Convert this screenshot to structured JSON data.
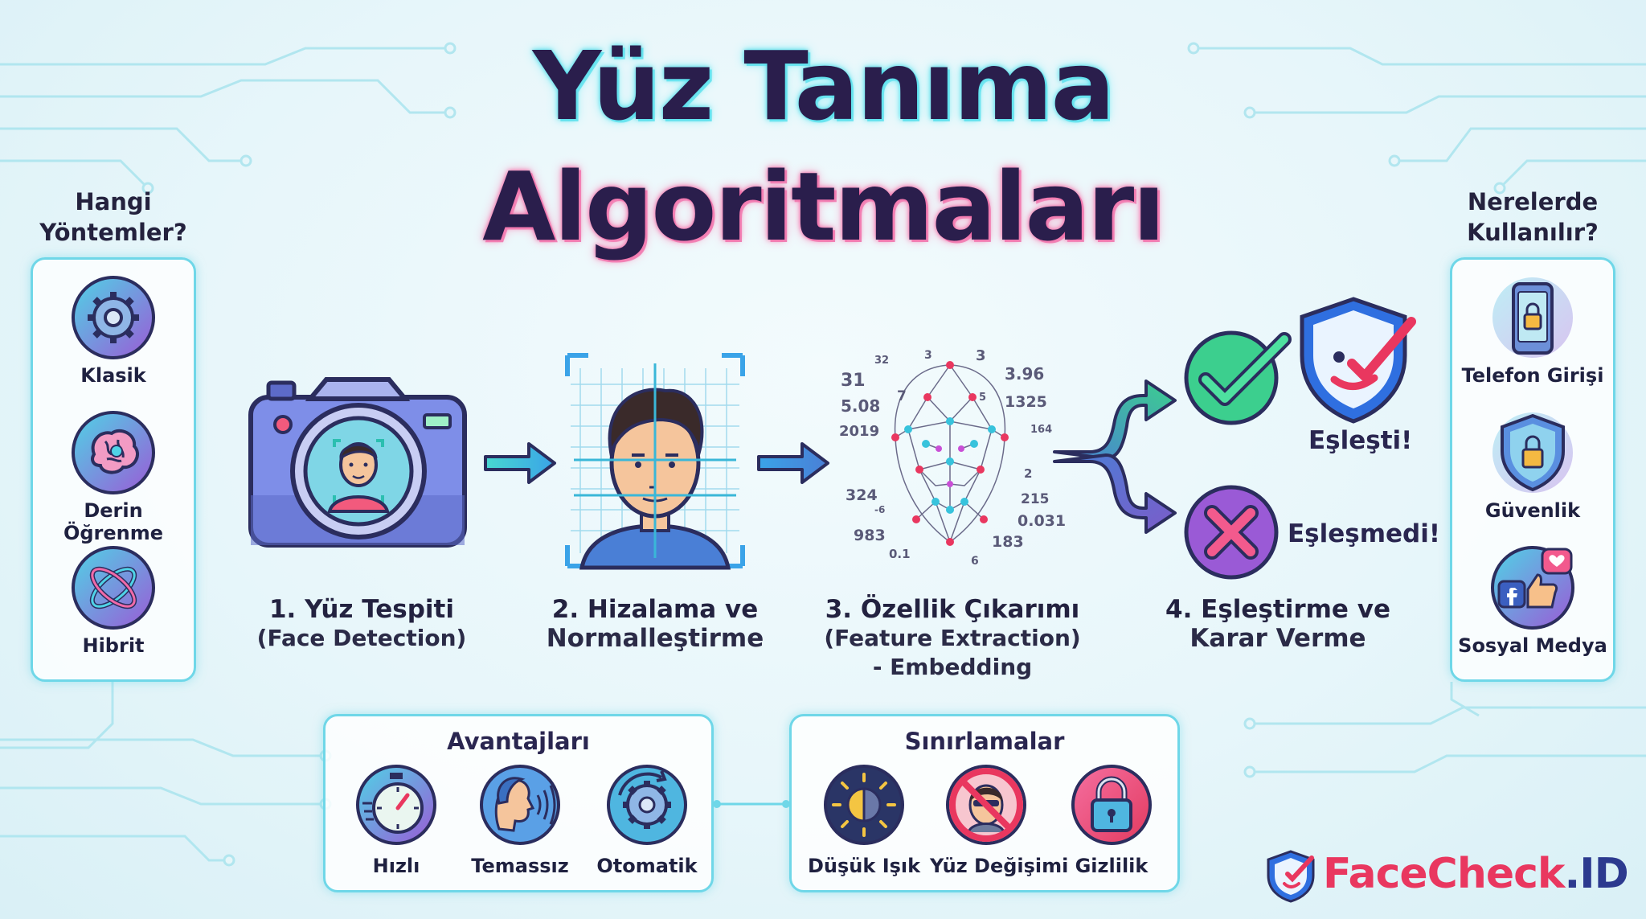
{
  "title": {
    "line1": "Yüz Tanıma",
    "line2": "Algoritmaları"
  },
  "left_panel": {
    "heading_line1": "Hangi",
    "heading_line2": "Yöntemler?",
    "items": [
      {
        "label": "Klasik",
        "icon": "gear-icon"
      },
      {
        "label": "Derin Öğrenme",
        "icon": "brain-icon"
      },
      {
        "label": "Hibrit",
        "icon": "hybrid-orbit-icon"
      }
    ]
  },
  "right_panel": {
    "heading_line1": "Nerelerde",
    "heading_line2": "Kullanılır?",
    "items": [
      {
        "label": "Telefon Girişi",
        "icon": "phone-lock-icon"
      },
      {
        "label": "Güvenlik",
        "icon": "shield-lock-icon"
      },
      {
        "label": "Sosyal Medya",
        "icon": "social-like-icon"
      }
    ]
  },
  "steps": [
    {
      "line1": "1. Yüz Tespiti",
      "line2": "(Face Detection)",
      "line3": ""
    },
    {
      "line1": "2. Hizalama ve",
      "line2": "Normalleştirme",
      "line3": ""
    },
    {
      "line1": "3. Özellik Çıkarımı",
      "line2": "(Feature Extraction)",
      "line3": "- Embedding"
    },
    {
      "line1": "4. Eşleştirme ve",
      "line2": "Karar Verme",
      "line3": ""
    }
  ],
  "feature_numbers": [
    "31",
    "32",
    "3",
    "3",
    "3.96",
    "5.08",
    "7",
    "5",
    "1325",
    "2019",
    "164",
    "2",
    "324",
    "215",
    "-6",
    "0.031",
    "983",
    "183",
    "0.1",
    "6"
  ],
  "results": {
    "match": "Eşleşti!",
    "no_match": "Eşleşmedi!"
  },
  "advantages": {
    "title": "Avantajları",
    "items": [
      {
        "label": "Hızlı",
        "icon": "stopwatch-icon"
      },
      {
        "label": "Temassız",
        "icon": "contactless-face-icon"
      },
      {
        "label": "Otomatik",
        "icon": "auto-gear-icon"
      }
    ]
  },
  "limitations": {
    "title": "Sınırlamalar",
    "items": [
      {
        "label": "Düşük Işık",
        "icon": "low-light-icon"
      },
      {
        "label": "Yüz Değişimi",
        "icon": "face-change-icon"
      },
      {
        "label": "Gizlilik",
        "icon": "privacy-lock-icon"
      }
    ]
  },
  "brand": {
    "name": "FaceCheck",
    "suffix": ".ID"
  },
  "colors": {
    "cyan": "#6fd7e8",
    "navy": "#2a1e4c",
    "pink": "#e9375f",
    "purple": "#7b5cc9",
    "green": "#2fbf6a",
    "blue": "#2f7fe0"
  }
}
